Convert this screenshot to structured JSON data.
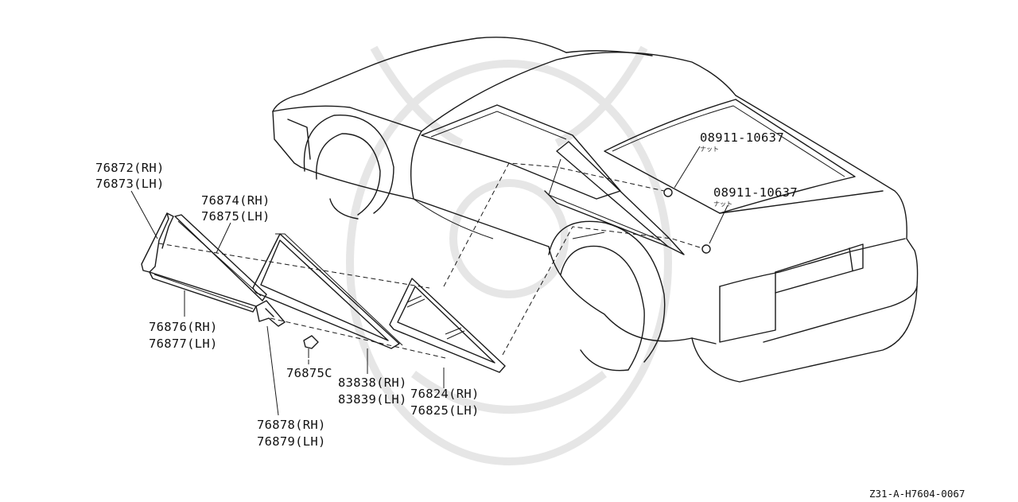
{
  "labels": {
    "p76872": "76872(RH)",
    "p76873": "76873(LH)",
    "p76874": "76874(RH)",
    "p76875": "76875(LH)",
    "p76876": "76876(RH)",
    "p76877": "76877(LH)",
    "p76875c": "76875C",
    "p76878": "76878(RH)",
    "p76879": "76879(LH)",
    "p83838": "83838(RH)",
    "p83839": "83839(LH)",
    "p76824": "76824(RH)",
    "p76825": "76825(LH)",
    "nut_top": "08911-10637",
    "nut_top_sub": "ナット",
    "nut_bottom": "08911-10637",
    "nut_bottom_sub": "ナット"
  },
  "reference_code": "Z31-A-H7604-0067",
  "colors": {
    "line": "#1a1a1a",
    "watermark": "#e6e6e6",
    "background": "#ffffff"
  }
}
